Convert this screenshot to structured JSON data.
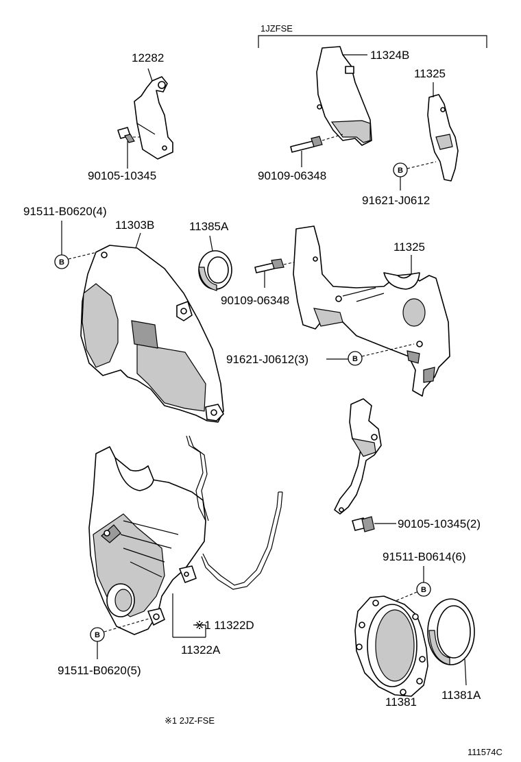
{
  "group_label": "1JZFSE",
  "footnote": "※1  2JZ-FSE",
  "drawing_id": "111574C",
  "bolt_marker": "B",
  "parts": {
    "p12282": "12282",
    "p90105_a": "90105-10345",
    "p11324B": "11324B",
    "p11325_a": "11325",
    "p90109_a": "90109-06348",
    "p91621_a": "91621-J0612",
    "p91511_a": "91511-B0620(4)",
    "p11303B": "11303B",
    "p11385A": "11385A",
    "p90109_b": "90109-06348",
    "p11325_b": "11325",
    "p91621_b": "91621-J0612(3)",
    "p90105_b": "90105-10345(2)",
    "p91511_b": "91511-B0614(6)",
    "p11322D": "※1 11322D",
    "p11322A": "11322A",
    "p91511_c": "91511-B0620(5)",
    "p11381A": "11381A",
    "p11381": "11381"
  }
}
